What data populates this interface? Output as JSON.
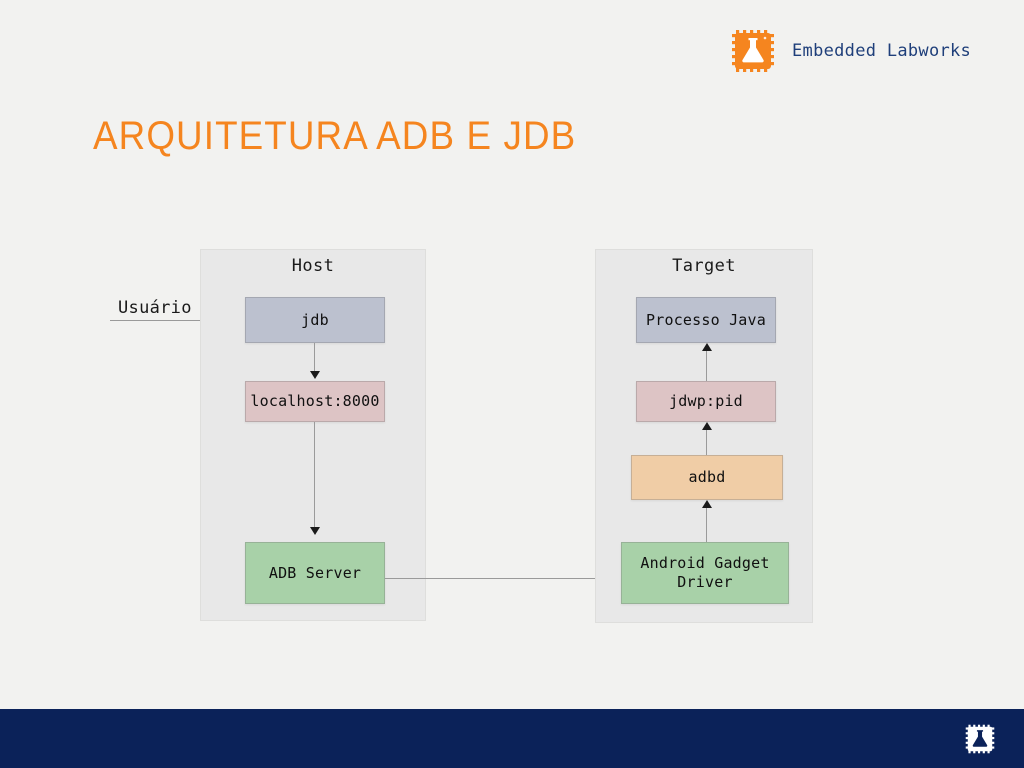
{
  "brand": {
    "name": "Embedded Labworks",
    "logo_icon": "chip-flask-icon",
    "logo_color": "#f5851f",
    "name_color": "#1f3f7a"
  },
  "slide": {
    "title": "ARQUITETURA ADB E JDB",
    "title_color": "#f5851f",
    "background_color": "#f2f2f0"
  },
  "diagram": {
    "type": "flow-diagram",
    "external_actor": {
      "label": "Usuário"
    },
    "panels": [
      {
        "id": "host",
        "label": "Host",
        "fill": "#e8e8e8",
        "nodes": [
          {
            "id": "jdb",
            "label": "jdb",
            "fill": "#bcc1cf"
          },
          {
            "id": "localhost",
            "label": "localhost:8000",
            "fill": "#ddc4c5"
          },
          {
            "id": "adb-server",
            "label": "ADB Server",
            "fill": "#a8d1a8"
          }
        ]
      },
      {
        "id": "target",
        "label": "Target",
        "fill": "#e8e8e8",
        "nodes": [
          {
            "id": "processo-java",
            "label": "Processo Java",
            "fill": "#bcc1cf"
          },
          {
            "id": "jdwp-pid",
            "label": "jdwp:pid",
            "fill": "#ddc4c5"
          },
          {
            "id": "adbd",
            "label": "adbd",
            "fill": "#f0cda6"
          },
          {
            "id": "android-gadget-driver",
            "label": "Android Gadget\nDriver",
            "label_line1": "Android Gadget",
            "label_line2": "Driver",
            "fill": "#a8d1a8"
          }
        ]
      }
    ],
    "edges": [
      {
        "from": "usuario",
        "to": "jdb",
        "direction": "right"
      },
      {
        "from": "jdb",
        "to": "localhost",
        "direction": "down"
      },
      {
        "from": "localhost",
        "to": "adb-server",
        "direction": "down"
      },
      {
        "from": "adb-server",
        "to": "android-gadget-driver",
        "direction": "right"
      },
      {
        "from": "android-gadget-driver",
        "to": "adbd",
        "direction": "up"
      },
      {
        "from": "adbd",
        "to": "jdwp-pid",
        "direction": "up"
      },
      {
        "from": "jdwp-pid",
        "to": "processo-java",
        "direction": "up"
      }
    ]
  },
  "footer": {
    "background_color": "#0b2259",
    "logo_icon": "chip-flask-icon"
  }
}
